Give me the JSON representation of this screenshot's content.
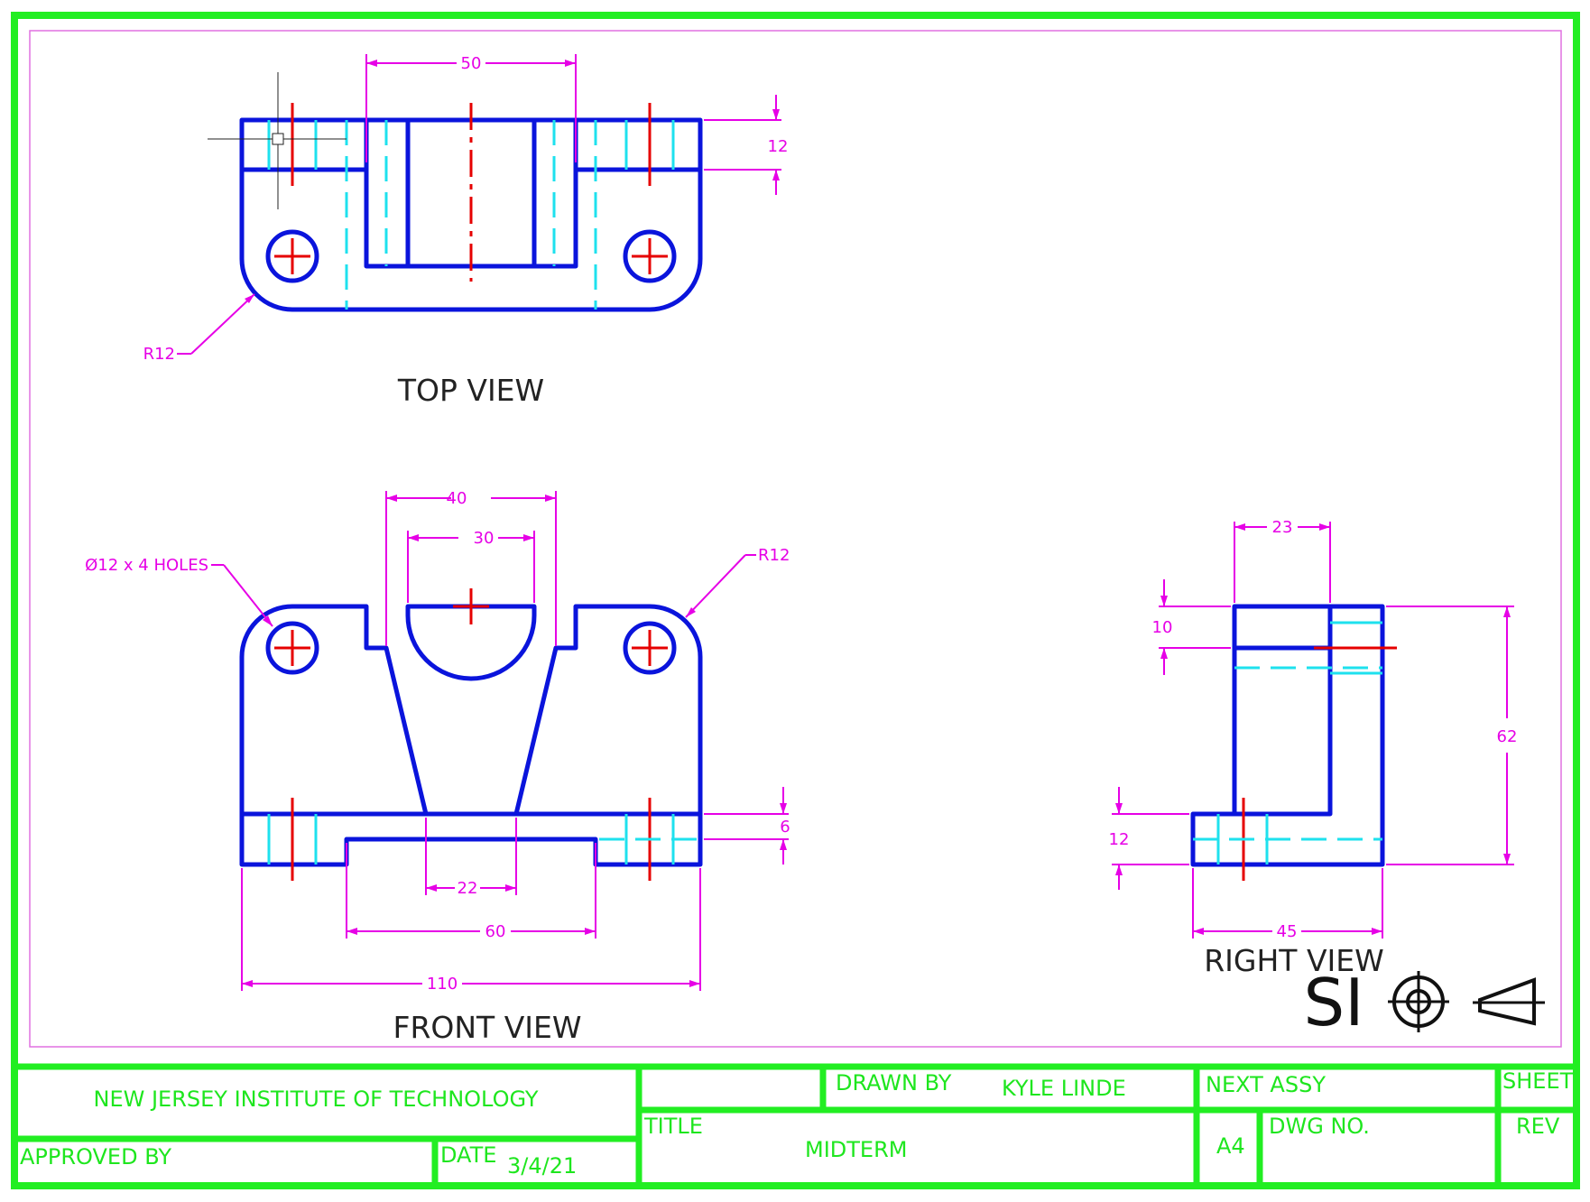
{
  "views": {
    "top": "TOP VIEW",
    "front": "FRONT VIEW",
    "right": "RIGHT VIEW"
  },
  "dimensions": {
    "top_width": "50",
    "top_depth": "12",
    "top_radius": "R12",
    "front_outer": "40",
    "front_inner": "30",
    "front_holes": "Ø12 x 4 HOLES",
    "front_radius": "R12",
    "front_step": "6",
    "front_slot": "22",
    "front_base_cut": "60",
    "front_total": "110",
    "right_top": "23",
    "right_cap": "10",
    "right_height": "62",
    "right_base": "12",
    "right_width": "45"
  },
  "units_symbol": "SI",
  "title_block": {
    "institution": "NEW JERSEY INSTITUTE OF TECHNOLOGY",
    "approved_by_label": "APPROVED BY",
    "date_label": "DATE",
    "date_value": "3/4/21",
    "drawn_by_label": "DRAWN BY",
    "drawn_by_value": "KYLE LINDE",
    "title_label": "TITLE",
    "title_value": "MIDTERM",
    "next_assy_label": "NEXT ASSY",
    "sheet_label": "SHEET",
    "size_value": "A4",
    "dwg_no_label": "DWG NO.",
    "rev_label": "REV"
  },
  "colors": {
    "border": "#22ee22",
    "object_line": "#0a14dc",
    "hidden_line": "#1ee1ee",
    "center_line": "#e60000",
    "dimension": "#e600e6"
  }
}
